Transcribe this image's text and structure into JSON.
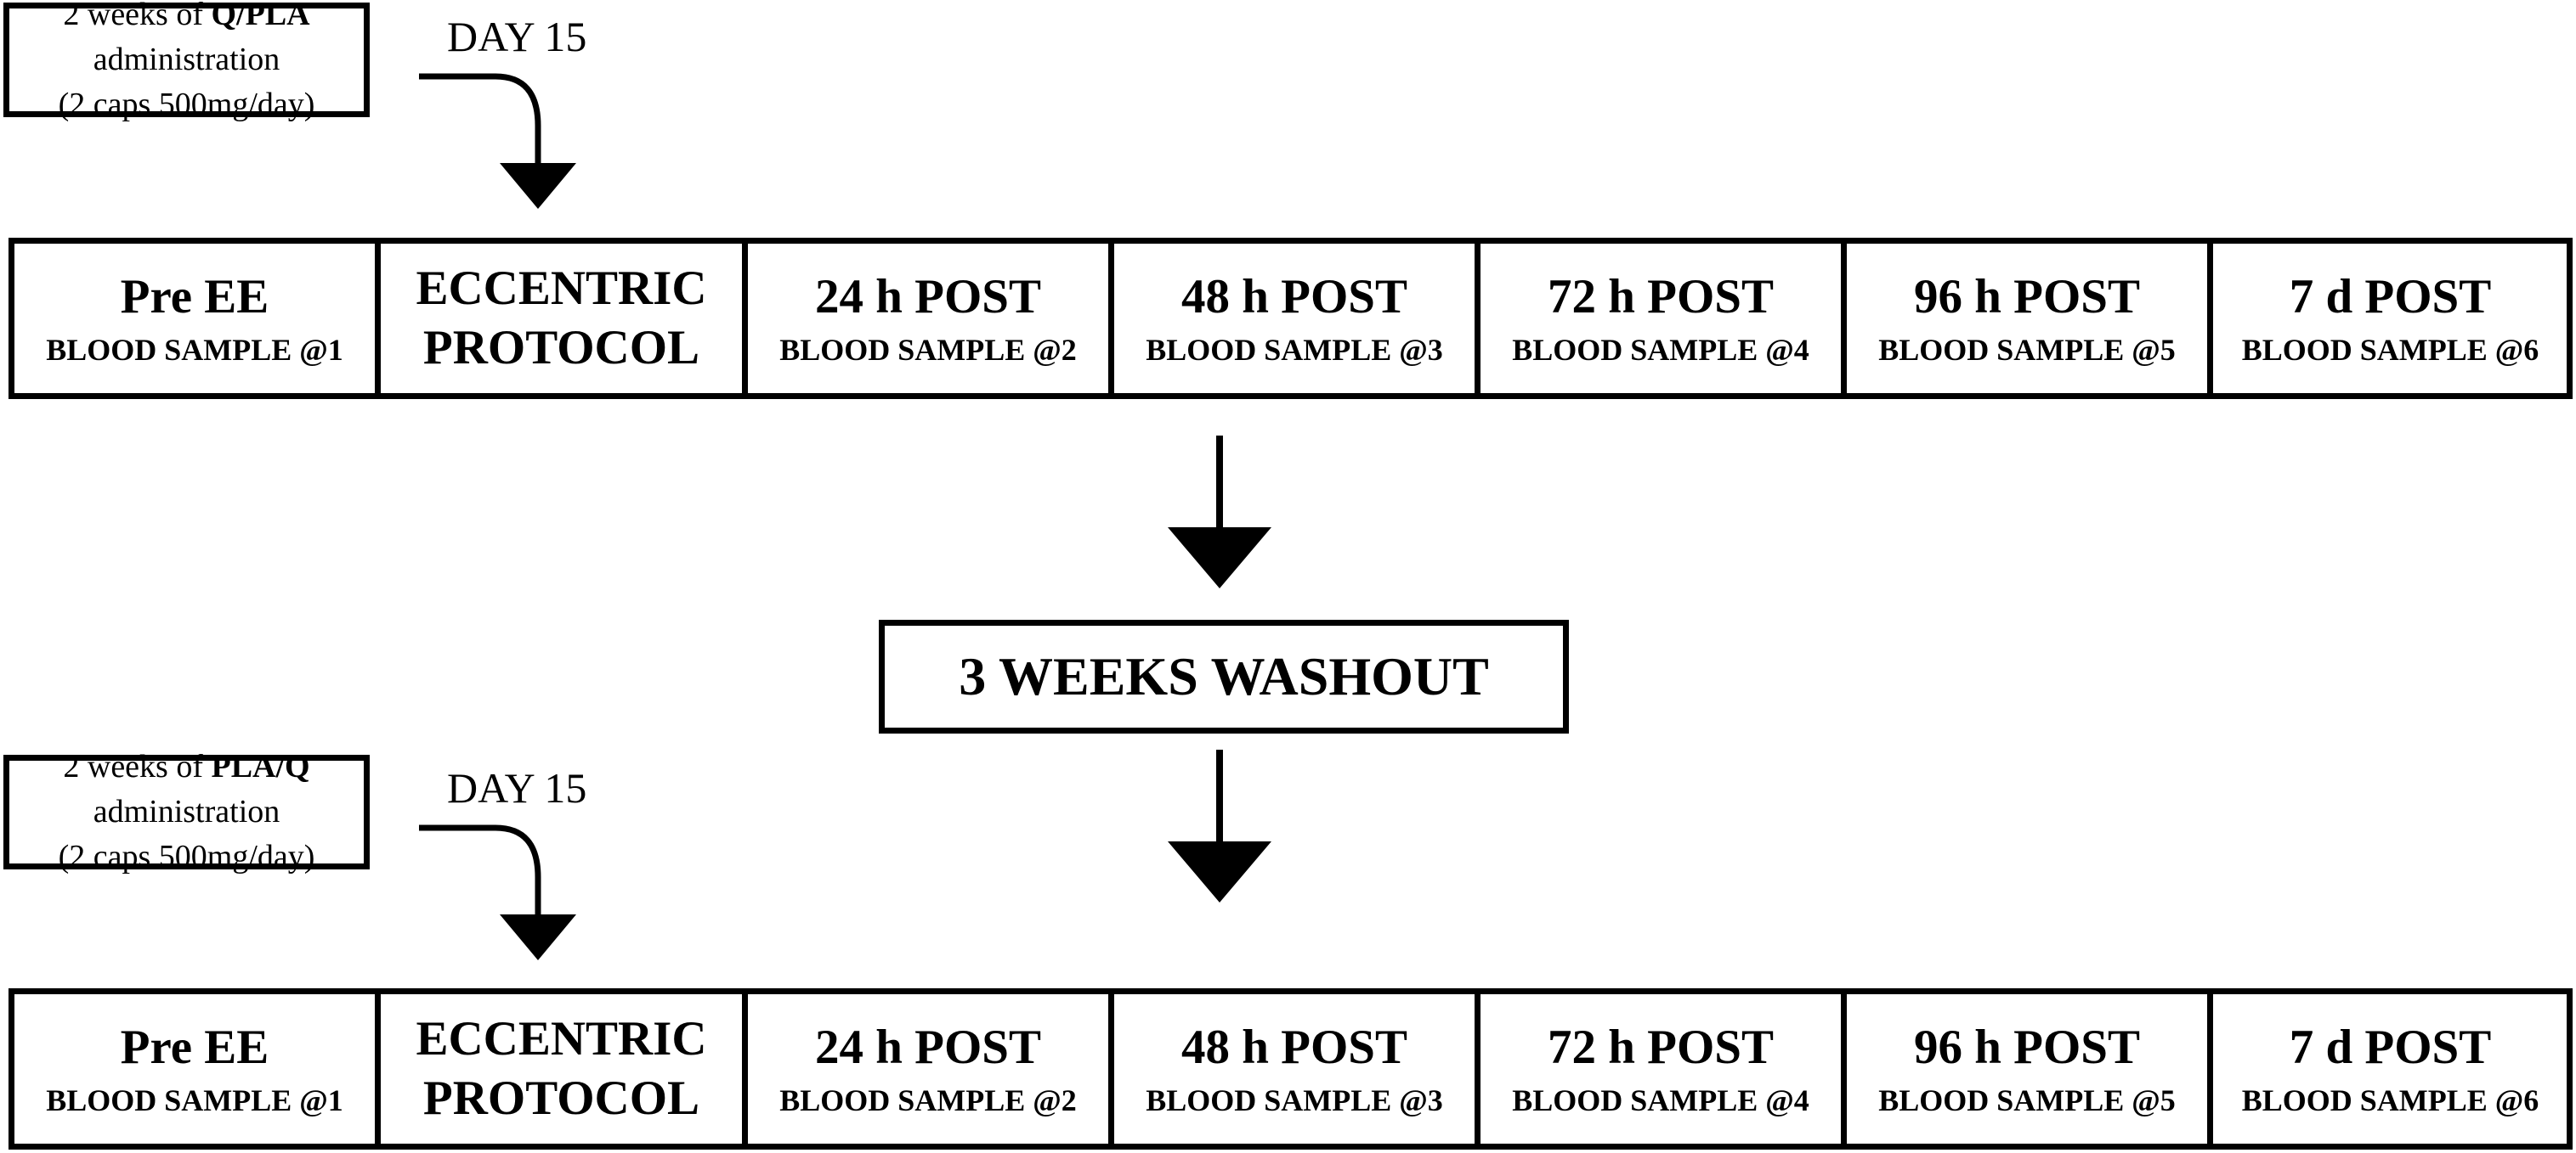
{
  "top_protocol": {
    "admin": {
      "line1_prefix": "2 weeks of ",
      "line1_bold": "Q/PLA",
      "line2": "administration",
      "line3": "(2 caps 500mg/day)"
    },
    "day_label": "DAY 15",
    "timeline": [
      {
        "label": "Pre EE",
        "sample": "BLOOD SAMPLE @1"
      },
      {
        "label": "ECCENTRIC PROTOCOL",
        "sample": ""
      },
      {
        "label": "24 h POST",
        "sample": "BLOOD SAMPLE @2"
      },
      {
        "label": "48 h POST",
        "sample": "BLOOD SAMPLE @3"
      },
      {
        "label": "72 h POST",
        "sample": "BLOOD SAMPLE @4"
      },
      {
        "label": "96 h POST",
        "sample": "BLOOD SAMPLE @5"
      },
      {
        "label": "7 d POST",
        "sample": "BLOOD SAMPLE @6"
      }
    ]
  },
  "washout": {
    "label": "3 WEEKS WASHOUT"
  },
  "bottom_protocol": {
    "admin": {
      "line1_prefix": "2 weeks of ",
      "line1_bold": "PLA/Q",
      "line2": "administration",
      "line3": "(2 caps 500mg/day)"
    },
    "day_label": "DAY 15",
    "timeline": [
      {
        "label": "Pre EE",
        "sample": "BLOOD SAMPLE @1"
      },
      {
        "label": "ECCENTRIC PROTOCOL",
        "sample": ""
      },
      {
        "label": "24 h POST",
        "sample": "BLOOD SAMPLE @2"
      },
      {
        "label": "48 h POST",
        "sample": "BLOOD SAMPLE @3"
      },
      {
        "label": "72 h POST",
        "sample": "BLOOD SAMPLE @4"
      },
      {
        "label": "96 h POST",
        "sample": "BLOOD SAMPLE @5"
      },
      {
        "label": "7 d POST",
        "sample": "BLOOD SAMPLE @6"
      }
    ]
  }
}
